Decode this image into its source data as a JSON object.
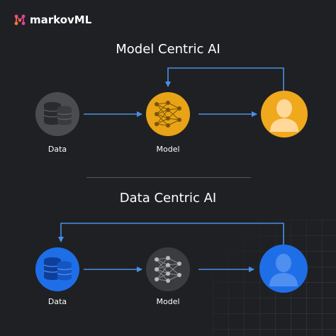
{
  "brand": {
    "name": "markovML"
  },
  "top_section": {
    "title": "Model Centric AI",
    "nodes": [
      {
        "label": "Data",
        "icon": "database-icon",
        "color": "#4a4c50"
      },
      {
        "label": "Model",
        "icon": "neural-network-icon",
        "color": "#e8a317"
      },
      {
        "label": "",
        "icon": "user-icon",
        "color": "#f0a81c"
      }
    ]
  },
  "bottom_section": {
    "title": "Data Centric AI",
    "nodes": [
      {
        "label": "Data",
        "icon": "database-icon",
        "color": "#1e6ee8"
      },
      {
        "label": "Model",
        "icon": "neural-network-icon",
        "color": "#3a3c40"
      },
      {
        "label": "",
        "icon": "user-icon",
        "color": "#1e6ee8"
      }
    ]
  },
  "colors": {
    "background": "#1f2023",
    "arrow": "#4a8fe8",
    "orange": "#e8a317",
    "blue": "#1e6ee8"
  }
}
